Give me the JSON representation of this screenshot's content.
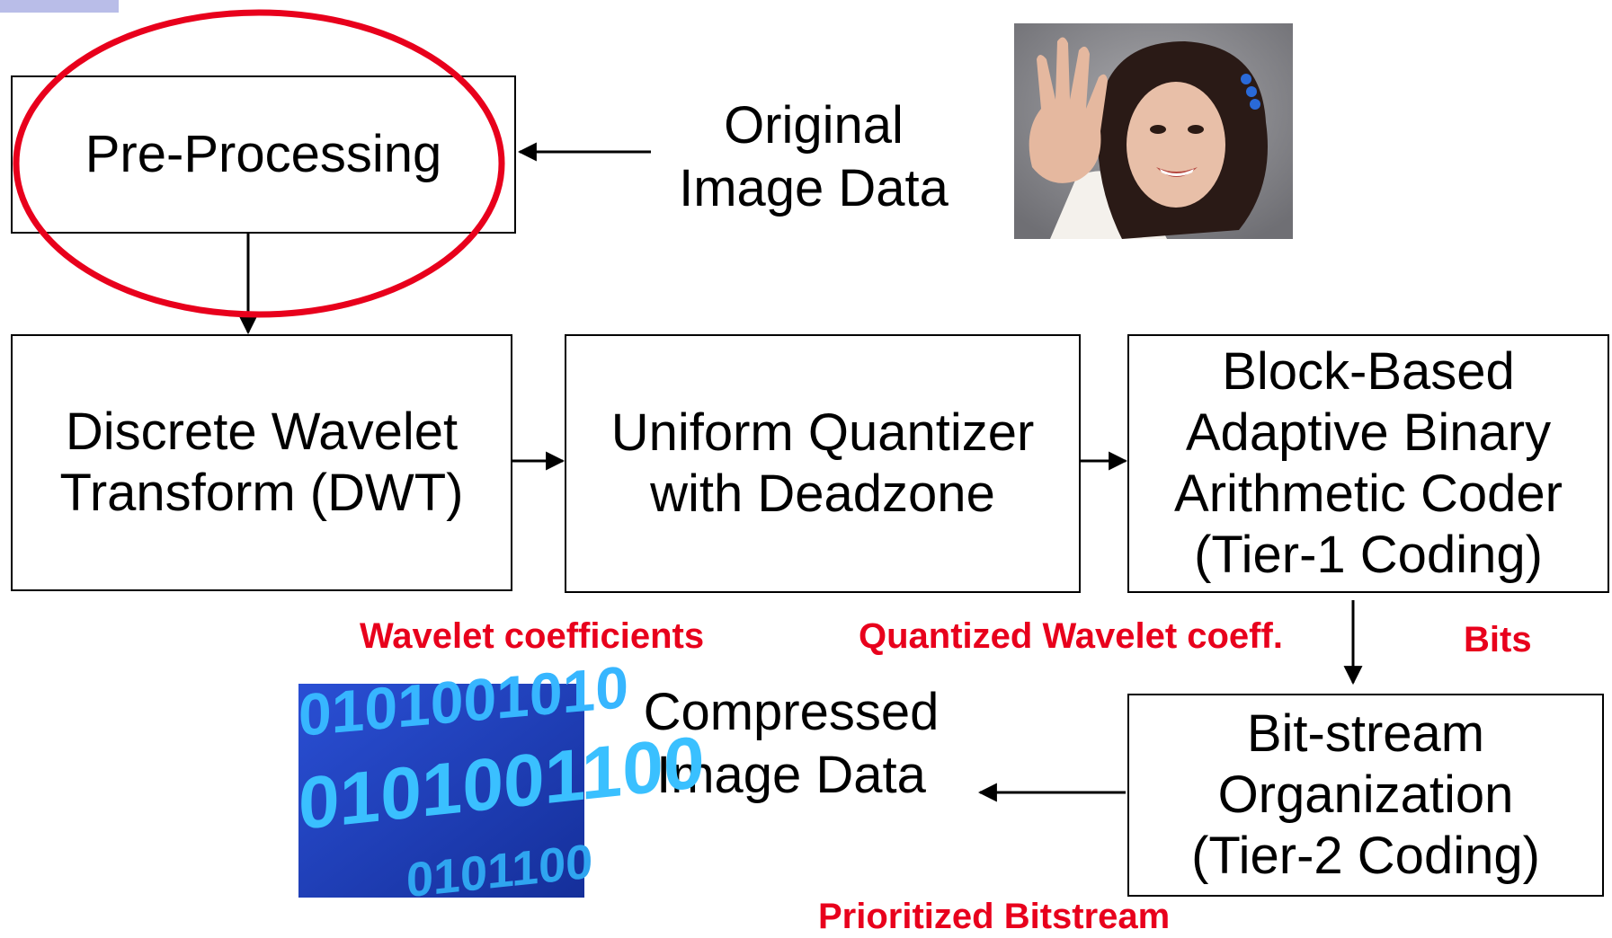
{
  "blocks": {
    "preprocessing": "Pre-Processing",
    "dwt": "Discrete Wavelet\nTransform (DWT)",
    "quantizer": "Uniform Quantizer\nwith Deadzone",
    "tier1": "Block-Based\nAdaptive Binary\nArithmetic Coder\n(Tier-1 Coding)",
    "tier2": "Bit-stream\nOrganization\n(Tier-2 Coding)"
  },
  "labels": {
    "original": "Original\nImage Data",
    "compressed": "Compressed\nImage Data"
  },
  "annotations": {
    "wavelet_coefficients": "Wavelet coefficients",
    "quantized": "Quantized Wavelet coeff.",
    "bits": "Bits",
    "prioritized": "Prioritized Bitstream"
  },
  "images": {
    "original_photo": "portrait photo",
    "binary_image": "binary digits image",
    "binary_digits_row1": "0101001010",
    "binary_digits_row2": "0101001100",
    "binary_digits_row3": "0101100"
  },
  "colors": {
    "annotation_red": "#e8001c",
    "highlight_ellipse": "#e8001c",
    "binary_background": "#1f44c8",
    "binary_digits": "#37b6ff"
  }
}
